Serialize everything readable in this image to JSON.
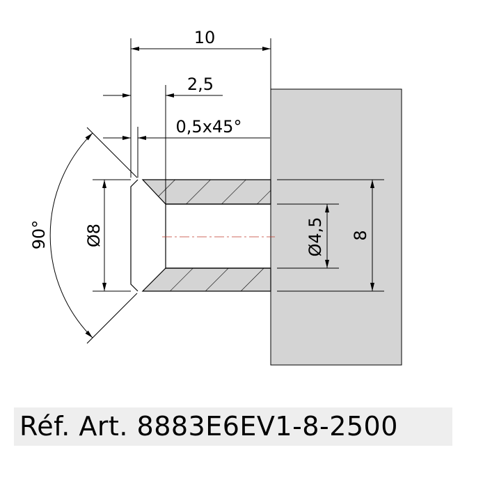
{
  "drawing": {
    "dimensions": {
      "length": "10",
      "counterbore_depth": "2,5",
      "chamfer": "0,5x45°",
      "angle": "90°",
      "outer_diameter": "Ø8",
      "bore_diameter": "Ø4,5",
      "height": "8"
    },
    "colors": {
      "section_fill": "#d4d4d4",
      "block_fill": "#d4d4d4",
      "centerline": "#c0392b"
    }
  },
  "reference": "Réf. Art. 8883E6EV1-8-2500"
}
